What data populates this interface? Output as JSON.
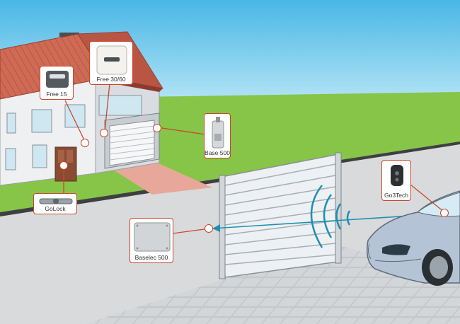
{
  "devices": {
    "free15": {
      "label": "Free 15",
      "icon": "keypad-icon"
    },
    "free3060": {
      "label": "Free 30/60",
      "icon": "wall-switch-icon"
    },
    "base500": {
      "label": "Base 500",
      "icon": "receiver-icon"
    },
    "golock": {
      "label": "GoLock",
      "icon": "lock-cylinder-icon"
    },
    "baselec500": {
      "label": "Baselec 500",
      "icon": "control-box-icon"
    },
    "go3tech": {
      "label": "Go3Tech",
      "icon": "remote-control-icon"
    }
  },
  "colors": {
    "sky": "#5fc4ea",
    "grass": "#86c547",
    "road": "#d9dadb",
    "roof": "#c9624f",
    "accent": "#c9472c",
    "signal": "#1f8fb0",
    "car": "#aebfd2"
  }
}
